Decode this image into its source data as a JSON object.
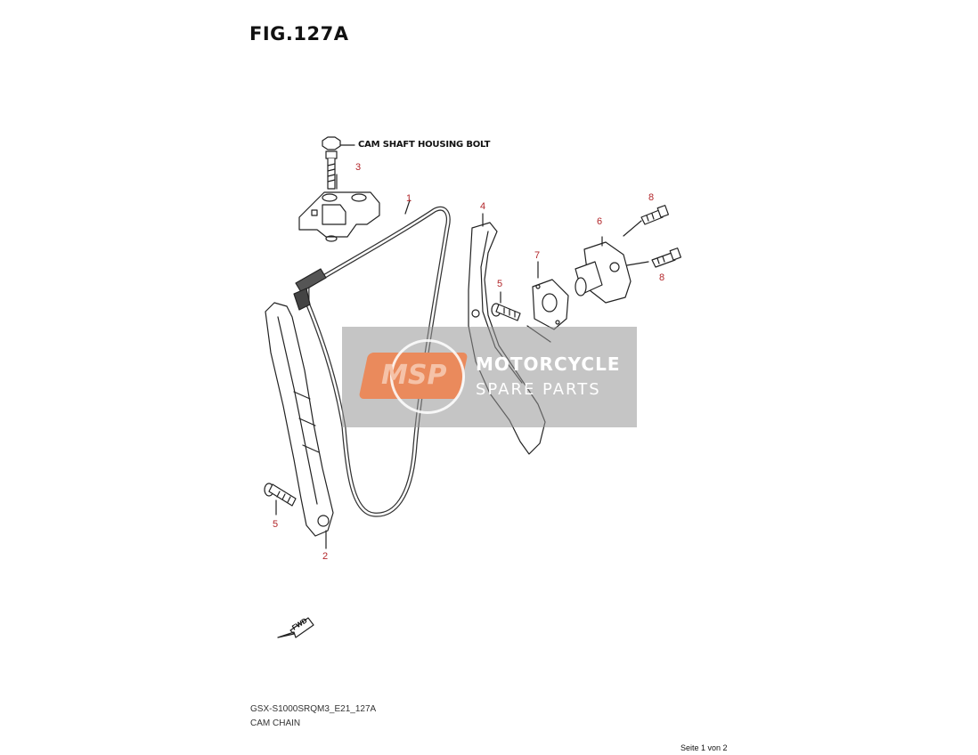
{
  "figure": {
    "title": "FIG.127A",
    "bolt_label": "CAM SHAFT HOUSING BOLT",
    "callouts": {
      "c1": "1",
      "c2": "2",
      "c3": "3",
      "c4": "4",
      "c5a": "5",
      "c5b": "5",
      "c6": "6",
      "c7": "7",
      "c8a": "8",
      "c8b": "8"
    },
    "fwd_label": "FWD"
  },
  "footer": {
    "code": "GSX-S1000SRQM3_E21_127A",
    "name": "CAM CHAIN",
    "page": "Seite 1 von 2"
  },
  "watermark": {
    "logo": "MSP",
    "line1": "MOTORCYCLE",
    "line2": "SPARE PARTS"
  },
  "colors": {
    "callout": "#b2262a",
    "line": "#222222",
    "watermark": "#969696",
    "logo": "#ea8a5c"
  }
}
